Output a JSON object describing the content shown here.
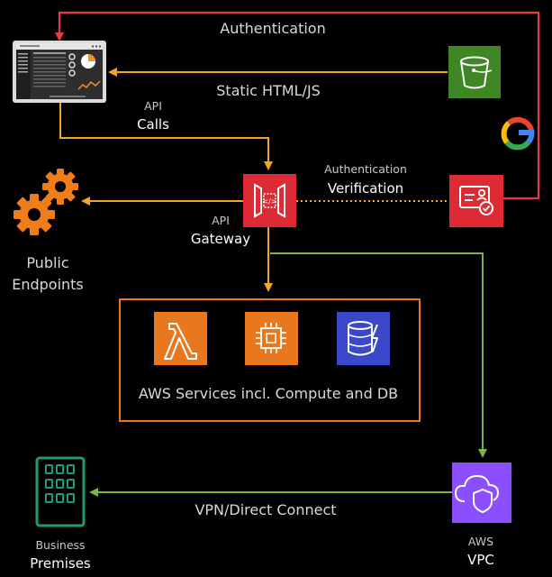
{
  "labels": {
    "authentication_top": "Authentication",
    "static_html": "Static HTML/JS",
    "api_calls_1": "API",
    "api_calls_2": "Calls",
    "auth_verif_1": "Authentication",
    "auth_verif_2": "Verification",
    "api_gw_1": "API",
    "api_gw_2": "Gateway",
    "public_endpoints_1": "Public",
    "public_endpoints_2": "Endpoints",
    "aws_services": "AWS Services incl. Compute and DB",
    "vpn": "VPN/Direct Connect",
    "business_1": "Business",
    "business_2": "Premises",
    "aws_vpc_1": "AWS",
    "aws_vpc_2": "VPC"
  },
  "icons": {
    "web_app": "dashboard-screenshot-icon",
    "s3": "s3-bucket-icon",
    "google": "google-logo-icon",
    "cognito": "cognito-identity-icon",
    "api_gateway": "api-gateway-icon",
    "gears": "gears-icon",
    "lambda": "lambda-icon",
    "ec2": "ec2-icon",
    "dynamodb": "dynamodb-icon",
    "vpc": "vpc-shield-icon",
    "building": "building-icon"
  },
  "colors": {
    "background": "#000000",
    "auth_arrow": "#e8394a",
    "orange_arrow": "#f5a623",
    "green_arrow": "#7ab648",
    "aws_red": "#dd2a34",
    "s3_green": "#3f8624",
    "compute_orange": "#e8771d",
    "dynamodb_blue": "#3b48cc",
    "vpc_purple": "#8c4fff",
    "building_teal": "#1f9b7a",
    "gear_orange": "#ee7d1a"
  }
}
